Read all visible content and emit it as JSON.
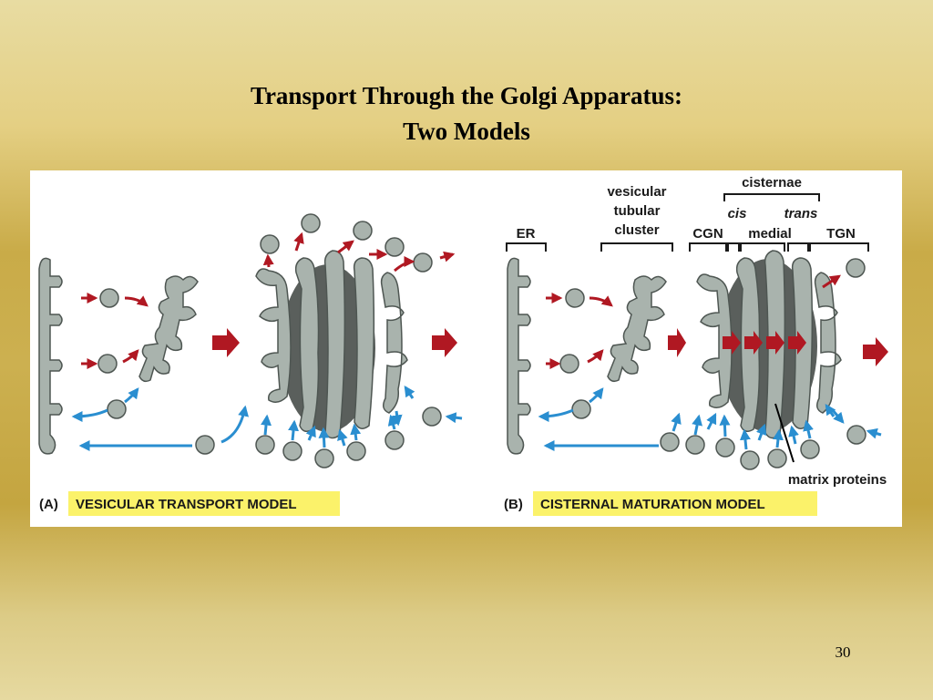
{
  "slide": {
    "title_line1": "Transport Through the Golgi Apparatus:",
    "title_line2": "Two Models",
    "page_number": "30"
  },
  "diagram": {
    "panel_a": {
      "letter": "(A)",
      "caption": "VESICULAR TRANSPORT MODEL"
    },
    "panel_b": {
      "letter": "(B)",
      "caption": "CISTERNAL MATURATION MODEL",
      "labels": {
        "er": "ER",
        "vtc_line1": "vesicular",
        "vtc_line2": "tubular",
        "vtc_line3": "cluster",
        "cisternae": "cisternae",
        "cis": "cis",
        "trans": "trans",
        "cgn": "CGN",
        "medial": "medial",
        "tgn": "TGN",
        "matrix_proteins": "matrix proteins"
      }
    },
    "colors": {
      "membrane_fill": "#a9b3ad",
      "membrane_stroke": "#4e5652",
      "lumen_dark": "#5a5f5c",
      "forward_arrow": "#b01822",
      "retrograde_arrow": "#2a8ed0",
      "caption_highlight": "#fbf26a"
    }
  }
}
